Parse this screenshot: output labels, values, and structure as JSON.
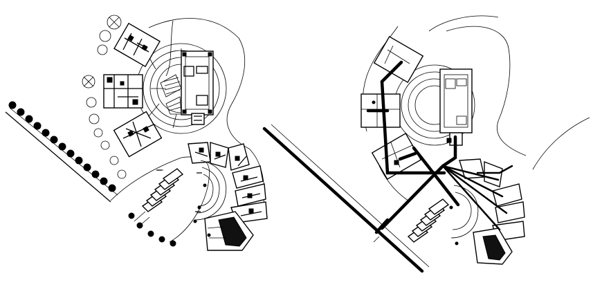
{
  "drawing": {
    "type": "cad-site-plan",
    "views": [
      "site-layout-plan",
      "services-piping-plan"
    ],
    "line_color": "#000000",
    "background": "#ffffff"
  }
}
